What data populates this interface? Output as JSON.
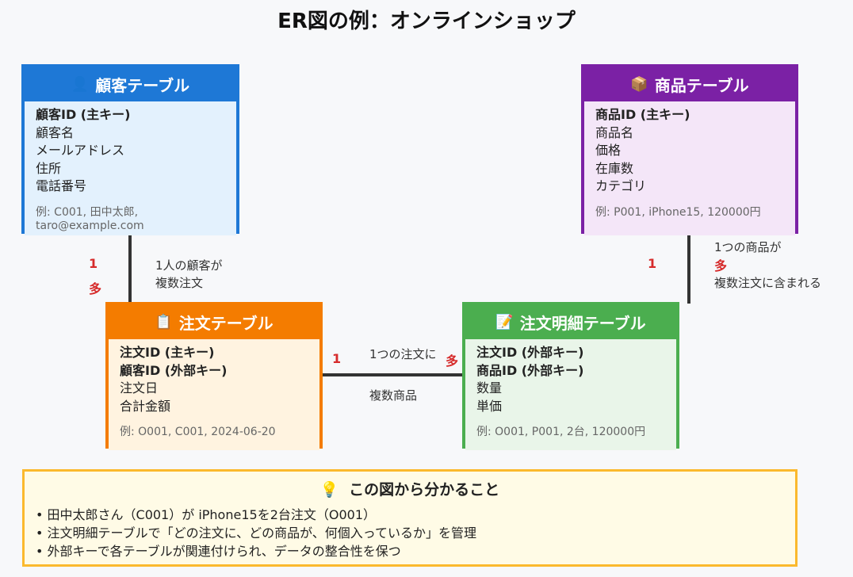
{
  "title": "ER図の例：オンラインショップ",
  "colors": {
    "customer": "#1e78d6",
    "product": "#7b21a5",
    "order": "#f47c00",
    "detail": "#4bae4f",
    "cardinality": "#d62b2b",
    "note_border": "#fbb92d"
  },
  "customer": {
    "icon": "person-icon",
    "icon_glyph": "👤",
    "title": "顧客テーブル",
    "pk": "顧客ID (主キー)",
    "attrs": [
      "顧客名",
      "メールアドレス",
      "住所",
      "電話番号"
    ],
    "example": "例: C001, 田中太郎, taro@example.com"
  },
  "product": {
    "icon": "package-icon",
    "icon_glyph": "📦",
    "title": "商品テーブル",
    "pk": "商品ID (主キー)",
    "attrs": [
      "商品名",
      "価格",
      "在庫数",
      "カテゴリ"
    ],
    "example": "例: P001, iPhone15, 120000円"
  },
  "order": {
    "icon": "clipboard-icon",
    "icon_glyph": "📋",
    "title": "注文テーブル",
    "keys": [
      "注文ID (主キー)",
      "顧客ID (外部キー)"
    ],
    "attrs": [
      "注文日",
      "合計金額"
    ],
    "example": "例: O001, C001, 2024-06-20"
  },
  "detail": {
    "icon": "memo-icon",
    "icon_glyph": "📝",
    "title": "注文明細テーブル",
    "keys": [
      "注文ID (外部キー)",
      "商品ID (外部キー)"
    ],
    "attrs": [
      "数量",
      "単価"
    ],
    "example": "例: O001, P001, 2台, 120000円"
  },
  "relations": {
    "customer_order": {
      "one": "1",
      "many": "多",
      "label1": "1人の顧客が",
      "label2": "複数注文"
    },
    "order_detail": {
      "one": "1",
      "many": "多",
      "label1": "1つの注文に",
      "label2": "複数商品"
    },
    "product_detail": {
      "one": "1",
      "label1": "1つの商品が",
      "many": "多",
      "label2": "複数注文に含まれる"
    }
  },
  "note": {
    "icon": "lightbulb-icon",
    "icon_glyph": "💡",
    "title": "この図から分かること",
    "items": [
      "• 田中太郎さん（C001）が iPhone15を2台注文（O001）",
      "• 注文明細テーブルで「どの注文に、どの商品が、何個入っているか」を管理",
      "• 外部キーで各テーブルが関連付けられ、データの整合性を保つ"
    ]
  }
}
